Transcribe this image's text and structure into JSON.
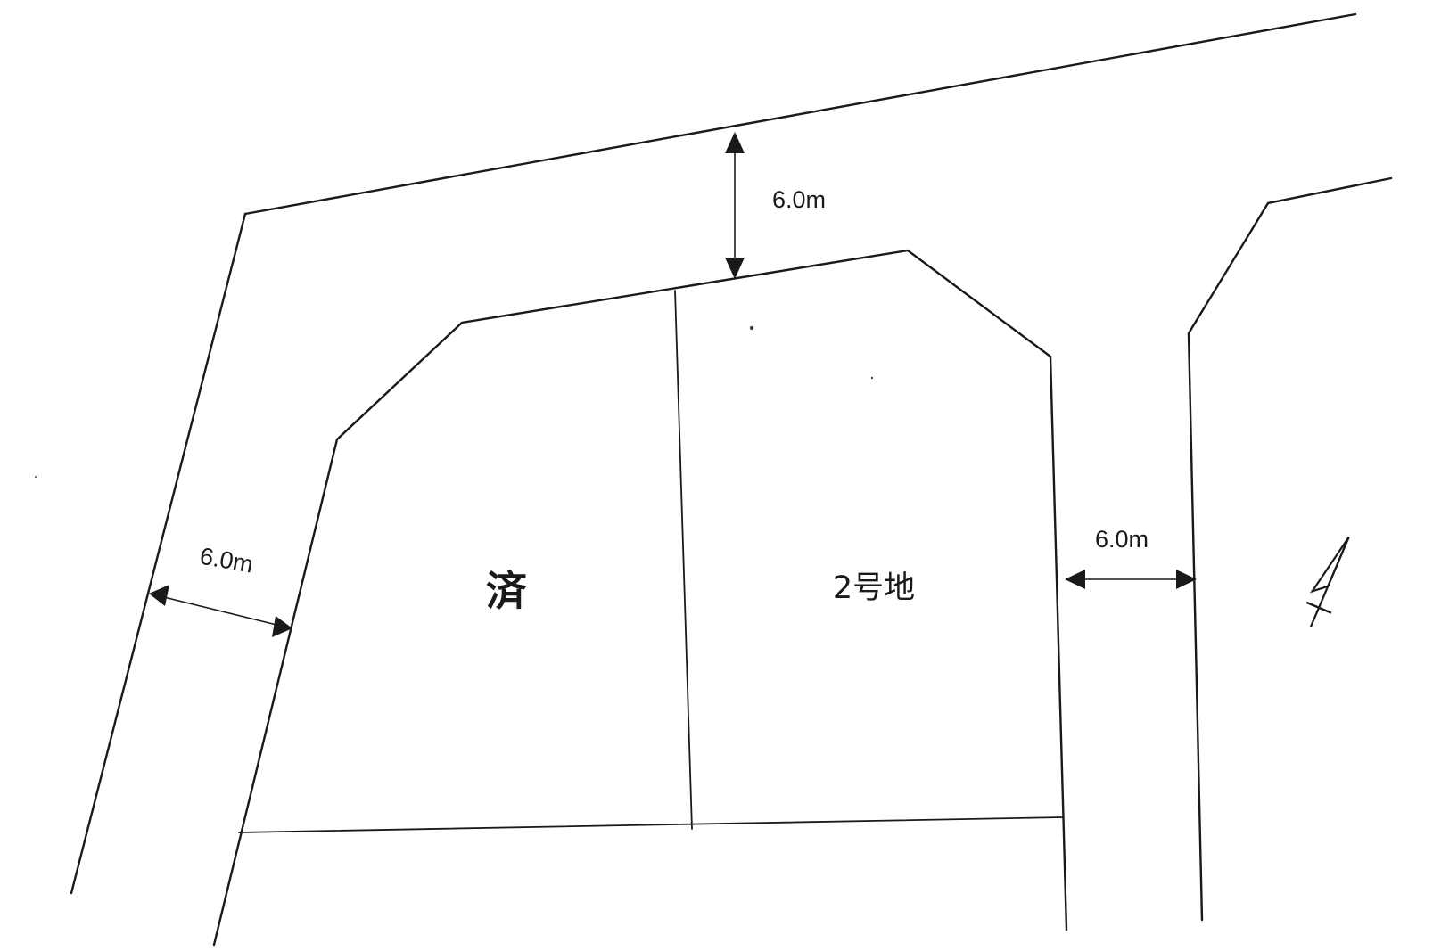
{
  "map": {
    "lots": [
      {
        "label": "済"
      },
      {
        "label": "2号地"
      }
    ],
    "road_widths": {
      "north": "6.0m",
      "west": "6.0m",
      "east": "6.0m"
    },
    "north_arrow": {
      "icon": "north-arrow-icon"
    }
  }
}
